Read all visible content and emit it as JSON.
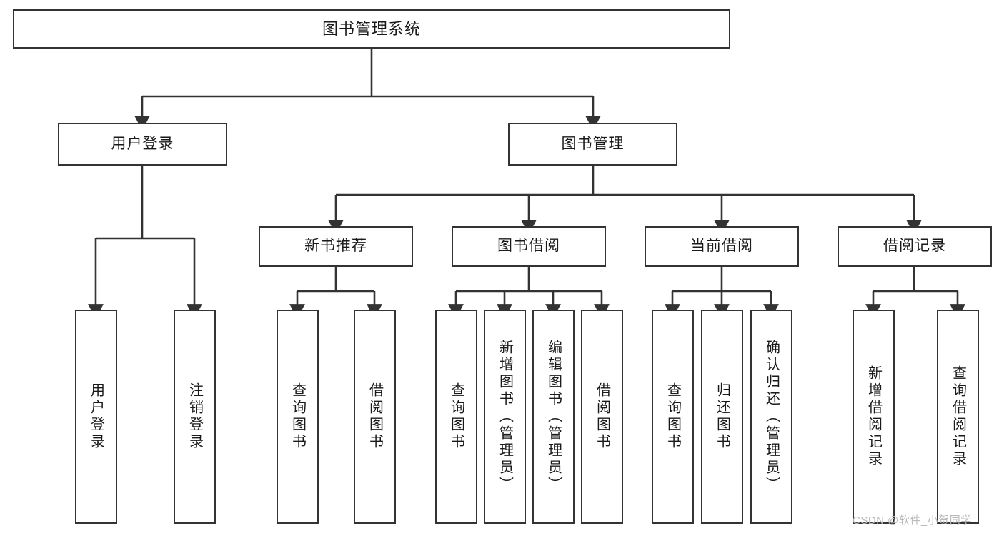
{
  "diagram": {
    "title": "图书管理系统",
    "type": "tree-hierarchy-diagram",
    "colors": {
      "box_border": "#333333",
      "box_fill": "#ffffff",
      "edge": "#333333",
      "text": "#1a1a1a",
      "watermark": "#b9b9b9",
      "background": "#ffffff"
    },
    "root": {
      "label": "图书管理系统"
    },
    "level1": [
      {
        "label": "用户登录"
      },
      {
        "label": "图书管理"
      }
    ],
    "level2": [
      {
        "label": "新书推荐"
      },
      {
        "label": "图书借阅"
      },
      {
        "label": "当前借阅"
      },
      {
        "label": "借阅记录"
      }
    ],
    "leaves": {
      "user_login": [
        {
          "label": "用户登录"
        },
        {
          "label": "注销登录"
        }
      ],
      "new_book_recommend": [
        {
          "label": "查询图书"
        },
        {
          "label": "借阅图书"
        }
      ],
      "book_borrow": [
        {
          "label": "查询图书"
        },
        {
          "label": "新增图书（管理员）"
        },
        {
          "label": "编辑图书（管理员）"
        },
        {
          "label": "借阅图书"
        }
      ],
      "current_borrow": [
        {
          "label": "查询图书"
        },
        {
          "label": "归还图书"
        },
        {
          "label": "确认归还（管理员）"
        }
      ],
      "borrow_record": [
        {
          "label": "新增借阅记录"
        },
        {
          "label": "查询借阅记录"
        }
      ]
    }
  },
  "watermark": {
    "text": "CSDN @软件_小贺同学"
  }
}
